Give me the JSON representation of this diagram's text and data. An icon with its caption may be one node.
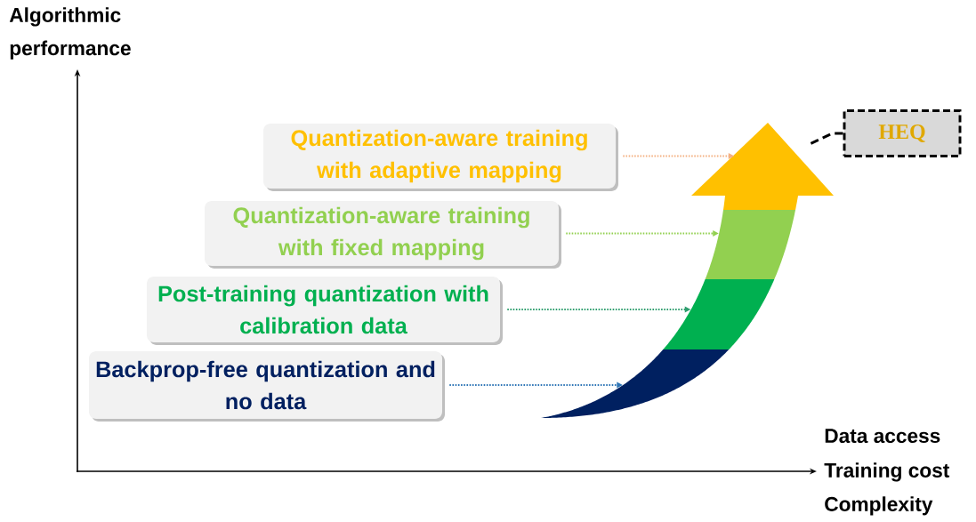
{
  "diagram": {
    "nodes": [
      {
        "text": [
          "Quantization-aware training with adaptive mapping"
        ]
      },
      {
        "text": [
          "Quantization-aware training with fixed mapping"
        ]
      },
      {
        "text": [
          "Post-training quantization with calibration data"
        ]
      },
      {
        "text": [
          "Backprop-free quantization and no data"
        ]
      },
      {
        "text": [],
        "shape": "arrow"
      },
      {
        "text": [],
        "shape": "band"
      },
      {
        "text": [],
        "shape": "band"
      },
      {
        "text": [],
        "shape": "band"
      },
      {
        "text": [
          "HEQ"
        ]
      }
    ],
    "edges": [
      {
        "from": 0,
        "to": 4,
        "arrow": "to",
        "color": "#f4b183"
      },
      {
        "from": 1,
        "to": 5,
        "arrow": "to",
        "color": "#92d050"
      },
      {
        "from": 2,
        "to": 6,
        "arrow": "to",
        "color": "#2e9e6e"
      },
      {
        "from": 3,
        "to": 7,
        "arrow": "to",
        "color": "#2e75b6"
      },
      {
        "from": 8,
        "to": 4,
        "arrow": "none",
        "style": "dashed",
        "color": "#000000"
      }
    ],
    "labels": [
      "Algorithmic performance",
      "Data access",
      "Training cost",
      "Complexity"
    ]
  }
}
